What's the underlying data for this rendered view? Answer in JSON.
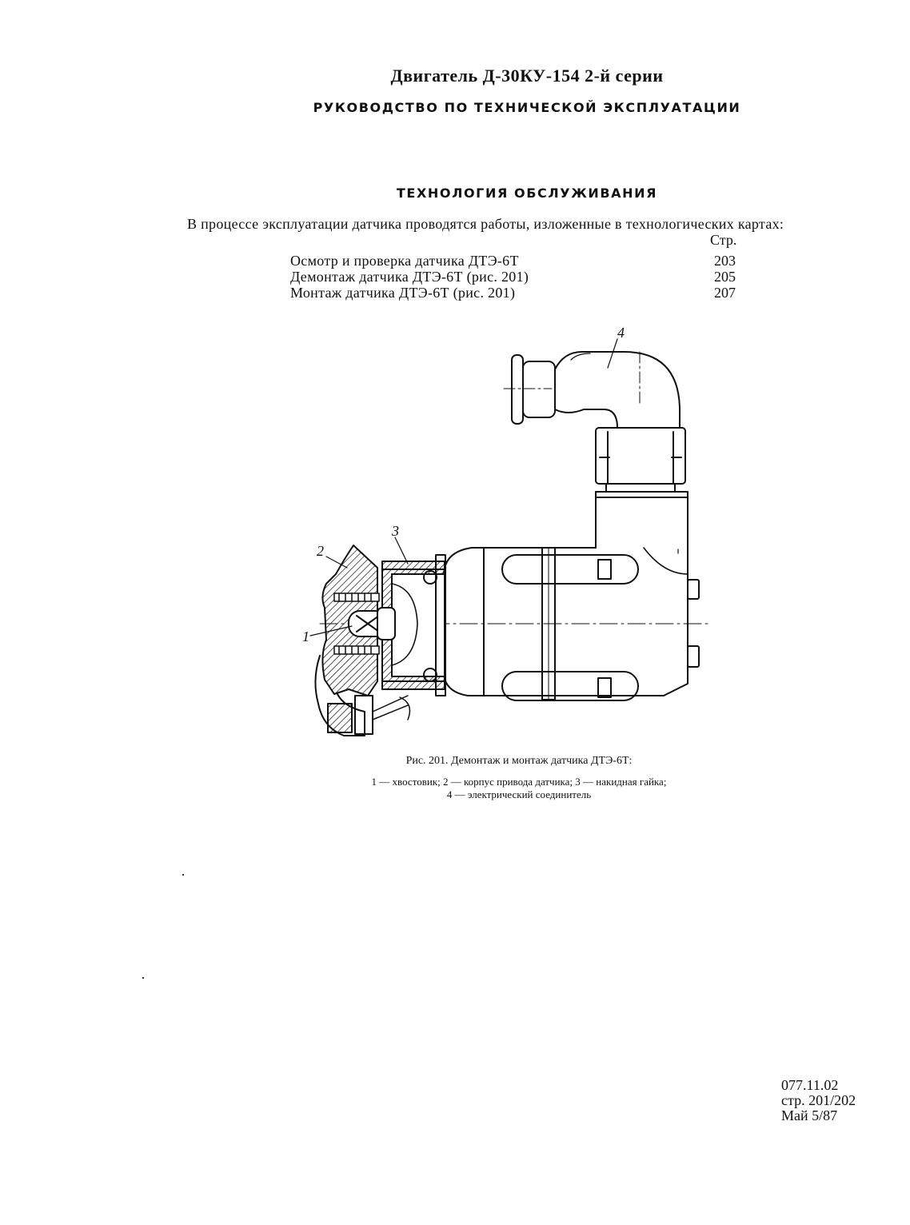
{
  "header": {
    "title": "Двигатель Д-30КУ-154 2-й серии",
    "subtitle": "РУКОВОДСТВО ПО ТЕХНИЧЕСКОЙ ЭКСПЛУАТАЦИИ"
  },
  "section": {
    "title": "ТЕХНОЛОГИЯ ОБСЛУЖИВАНИЯ",
    "intro": "В процессе эксплуатации датчика проводятся работы, изложенные в технологических картах:",
    "page_column_header": "Стр.",
    "toc": [
      {
        "label": "Осмотр и проверка датчика ДТЭ-6Т",
        "page": "203"
      },
      {
        "label": "Демонтаж датчика ДТЭ-6Т (рис. 201)",
        "page": "205"
      },
      {
        "label": "Монтаж датчика ДТЭ-6Т (рис. 201)",
        "page": "207"
      }
    ]
  },
  "figure": {
    "callouts": [
      "1",
      "2",
      "3",
      "4"
    ],
    "caption": "Рис. 201. Демонтаж и монтаж датчика ДТЭ-6Т:",
    "legend_line1": "1 — хвостовик; 2 — корпус привода датчика; 3 — накидная гайка;",
    "legend_line2": "4 — электрический соединитель"
  },
  "footer": {
    "doc_number": "077.11.02",
    "pages": "стр. 201/202",
    "date": "Май 5/87"
  }
}
